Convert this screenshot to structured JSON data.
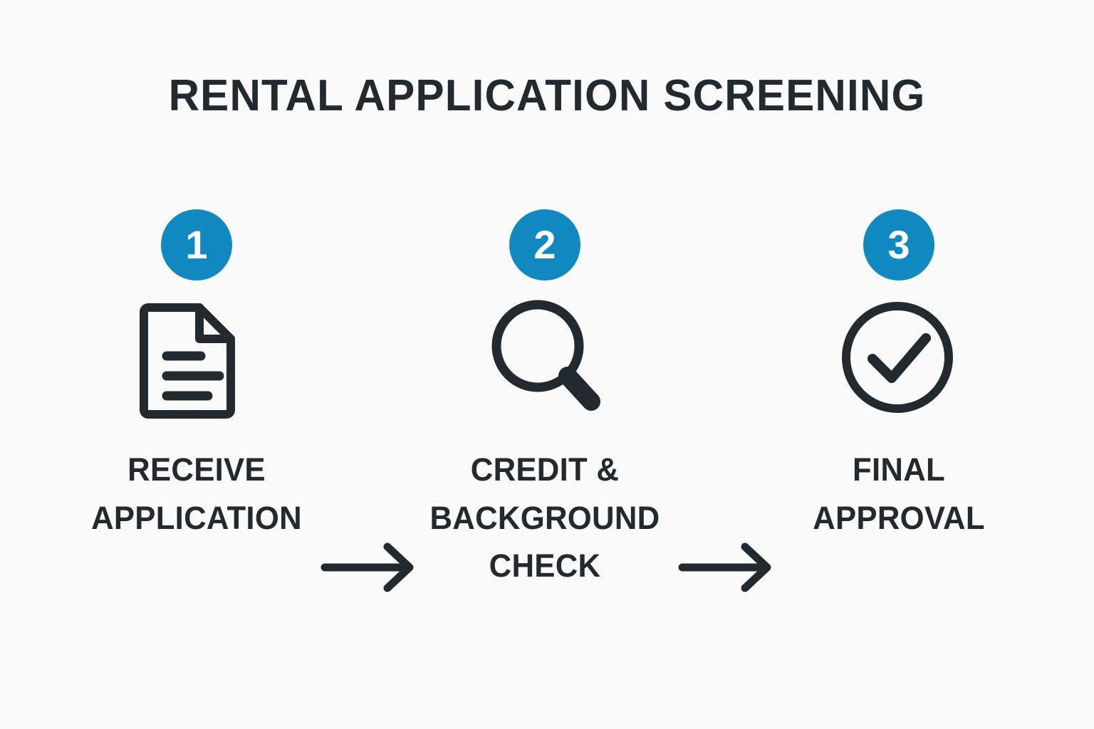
{
  "page": {
    "title": "RENTAL APPLICATION SCREENING",
    "background_color": "#fafafa",
    "accent_color": "#1089c1",
    "ink_color": "#232a2f"
  },
  "flow": {
    "type": "process-flow",
    "steps": [
      {
        "number": "1",
        "icon": "document-icon",
        "label_lines": [
          "RECEIVE",
          "APPLICATION"
        ],
        "label": "RECEIVE APPLICATION"
      },
      {
        "number": "2",
        "icon": "magnifier-icon",
        "label_lines": [
          "CREDIT &",
          "BACKGROUND",
          "CHECK"
        ],
        "label": "CREDIT & BACKGROUND CHECK"
      },
      {
        "number": "3",
        "icon": "check-circle-icon",
        "label_lines": [
          "FINAL",
          "APPROVAL"
        ],
        "label": "FINAL APPROVAL"
      }
    ],
    "connectors": [
      {
        "icon": "arrow-right-icon"
      },
      {
        "icon": "arrow-right-icon"
      }
    ]
  }
}
